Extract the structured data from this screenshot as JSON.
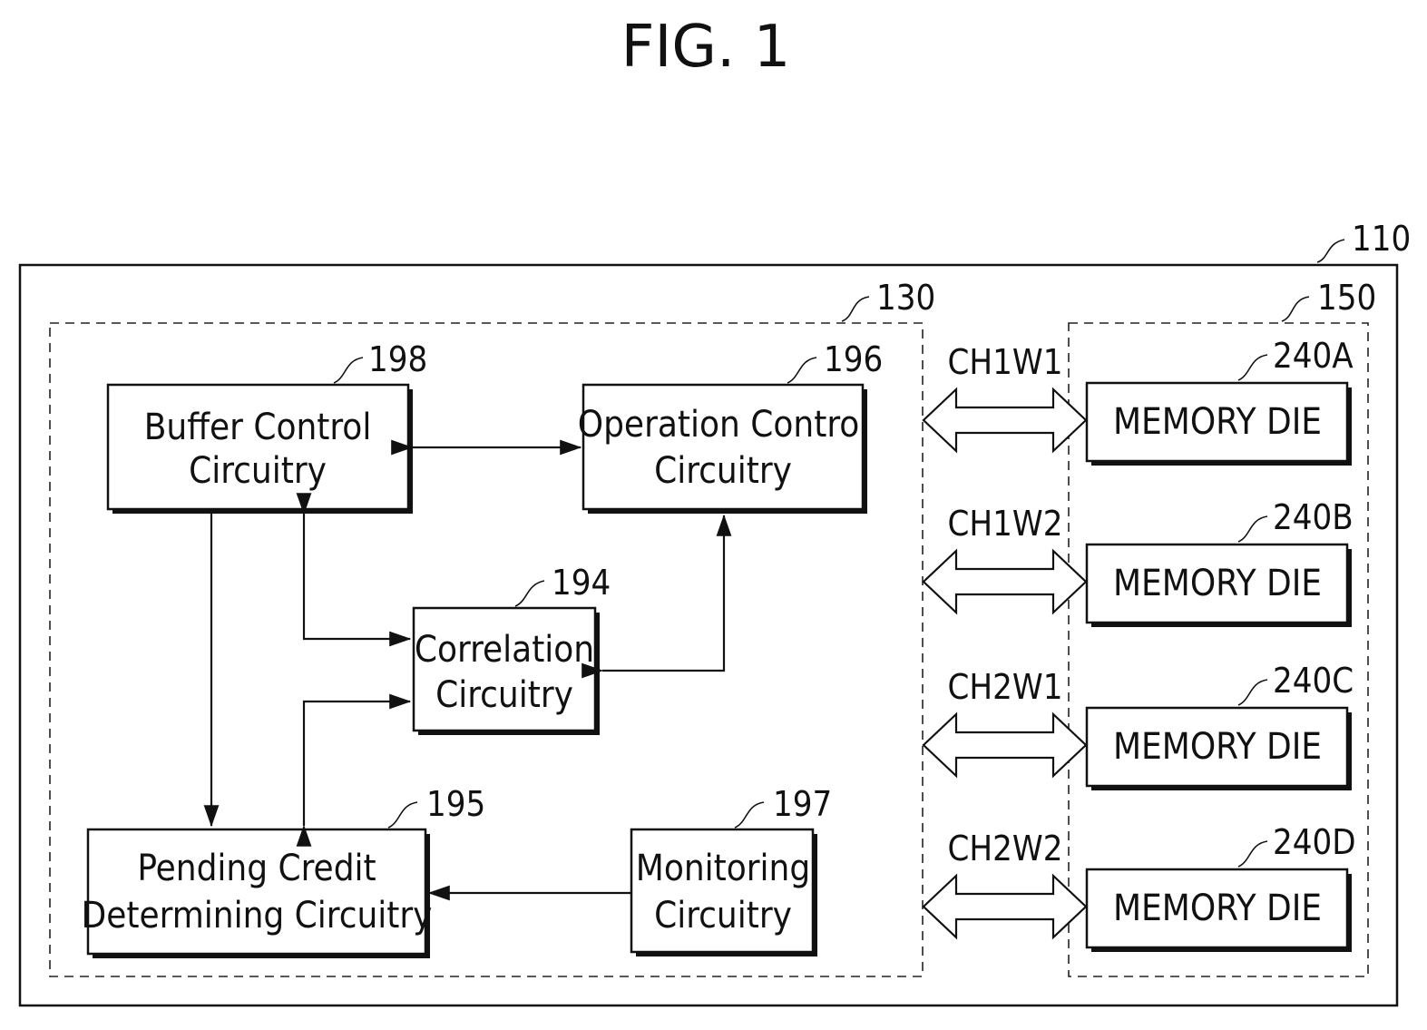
{
  "figure": {
    "title": "FIG. 1"
  },
  "labels": {
    "system": "110",
    "controller": "130",
    "memory_device": "150",
    "buffer_control": "198",
    "operation_control": "196",
    "correlation": "194",
    "pending_credit": "195",
    "monitoring": "197",
    "die_a": "240A",
    "die_b": "240B",
    "die_c": "240C",
    "die_d": "240D"
  },
  "blocks": {
    "buffer_control": [
      "Buffer Control",
      "Circuitry"
    ],
    "operation_control": [
      "Operation Control",
      "Circuitry"
    ],
    "correlation": [
      "Correlation",
      "Circuitry"
    ],
    "pending_credit": [
      "Pending Credit",
      "Determining Circuitry"
    ],
    "monitoring": [
      "Monitoring",
      "Circuitry"
    ]
  },
  "memory_dies": [
    {
      "channel": "CH1W1",
      "label": "MEMORY DIE"
    },
    {
      "channel": "CH1W2",
      "label": "MEMORY DIE"
    },
    {
      "channel": "CH2W1",
      "label": "MEMORY DIE"
    },
    {
      "channel": "CH2W2",
      "label": "MEMORY DIE"
    }
  ]
}
